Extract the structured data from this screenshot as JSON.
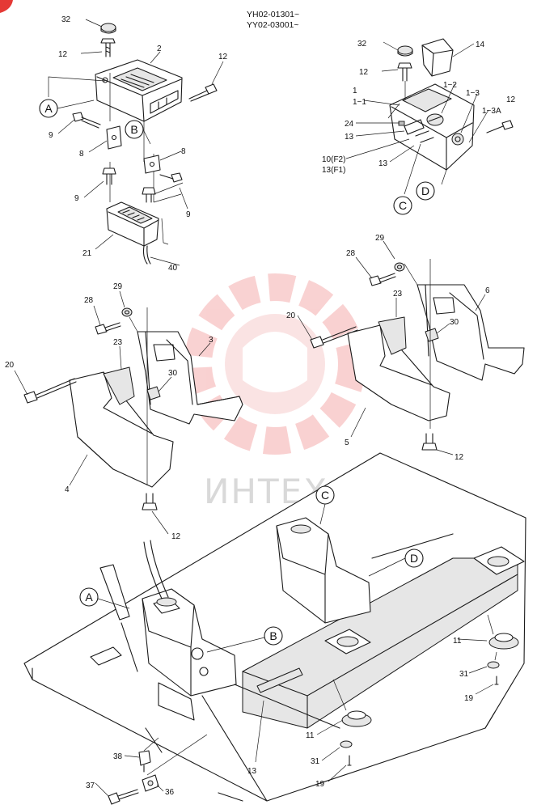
{
  "header": {
    "line1": "YH02-01301~",
    "line2": "YY02-03001~"
  },
  "watermark": {
    "text": "ИНТЕХ",
    "color": "#f7c9c9"
  },
  "brand_corner": {
    "color": "#e53935"
  },
  "part_labels": {
    "p32a": "32",
    "p12a": "12",
    "p2": "2",
    "p12b": "12",
    "p9a": "9",
    "p8a": "8",
    "p8b": "8",
    "p9b": "9",
    "p9c": "9",
    "p21": "21",
    "p40": "40",
    "p32b": "32",
    "p14": "14",
    "p12c": "12",
    "p1": "1",
    "p1_1": "1−1",
    "p1_2": "1−2",
    "p1_3": "1−3",
    "p1_3a": "1−3A",
    "p12d": "12",
    "p24": "24",
    "p13a": "13",
    "p10": "10(F2)",
    "p13f1": "13(F1)",
    "p13b": "13",
    "p28a": "28",
    "p29a": "29",
    "p23a": "23",
    "p3": "3",
    "p20a": "20",
    "p30a": "30",
    "p4": "4",
    "p12e": "12",
    "p28b": "28",
    "p29b": "29",
    "p23b": "23",
    "p6": "6",
    "p20b": "20",
    "p30b": "30",
    "p5": "5",
    "p12f": "12",
    "p11a": "11",
    "p31a": "31",
    "p19a": "19",
    "p11b": "11",
    "p31b": "31",
    "p19b": "19",
    "p13c": "13",
    "p38": "38",
    "p37": "37",
    "p36": "36"
  },
  "callouts": {
    "a_top": "A",
    "b_top": "B",
    "c_top": "C",
    "d_top": "D",
    "c_bot": "C",
    "d_bot": "D",
    "a_bot": "A",
    "b_bot": "B"
  }
}
